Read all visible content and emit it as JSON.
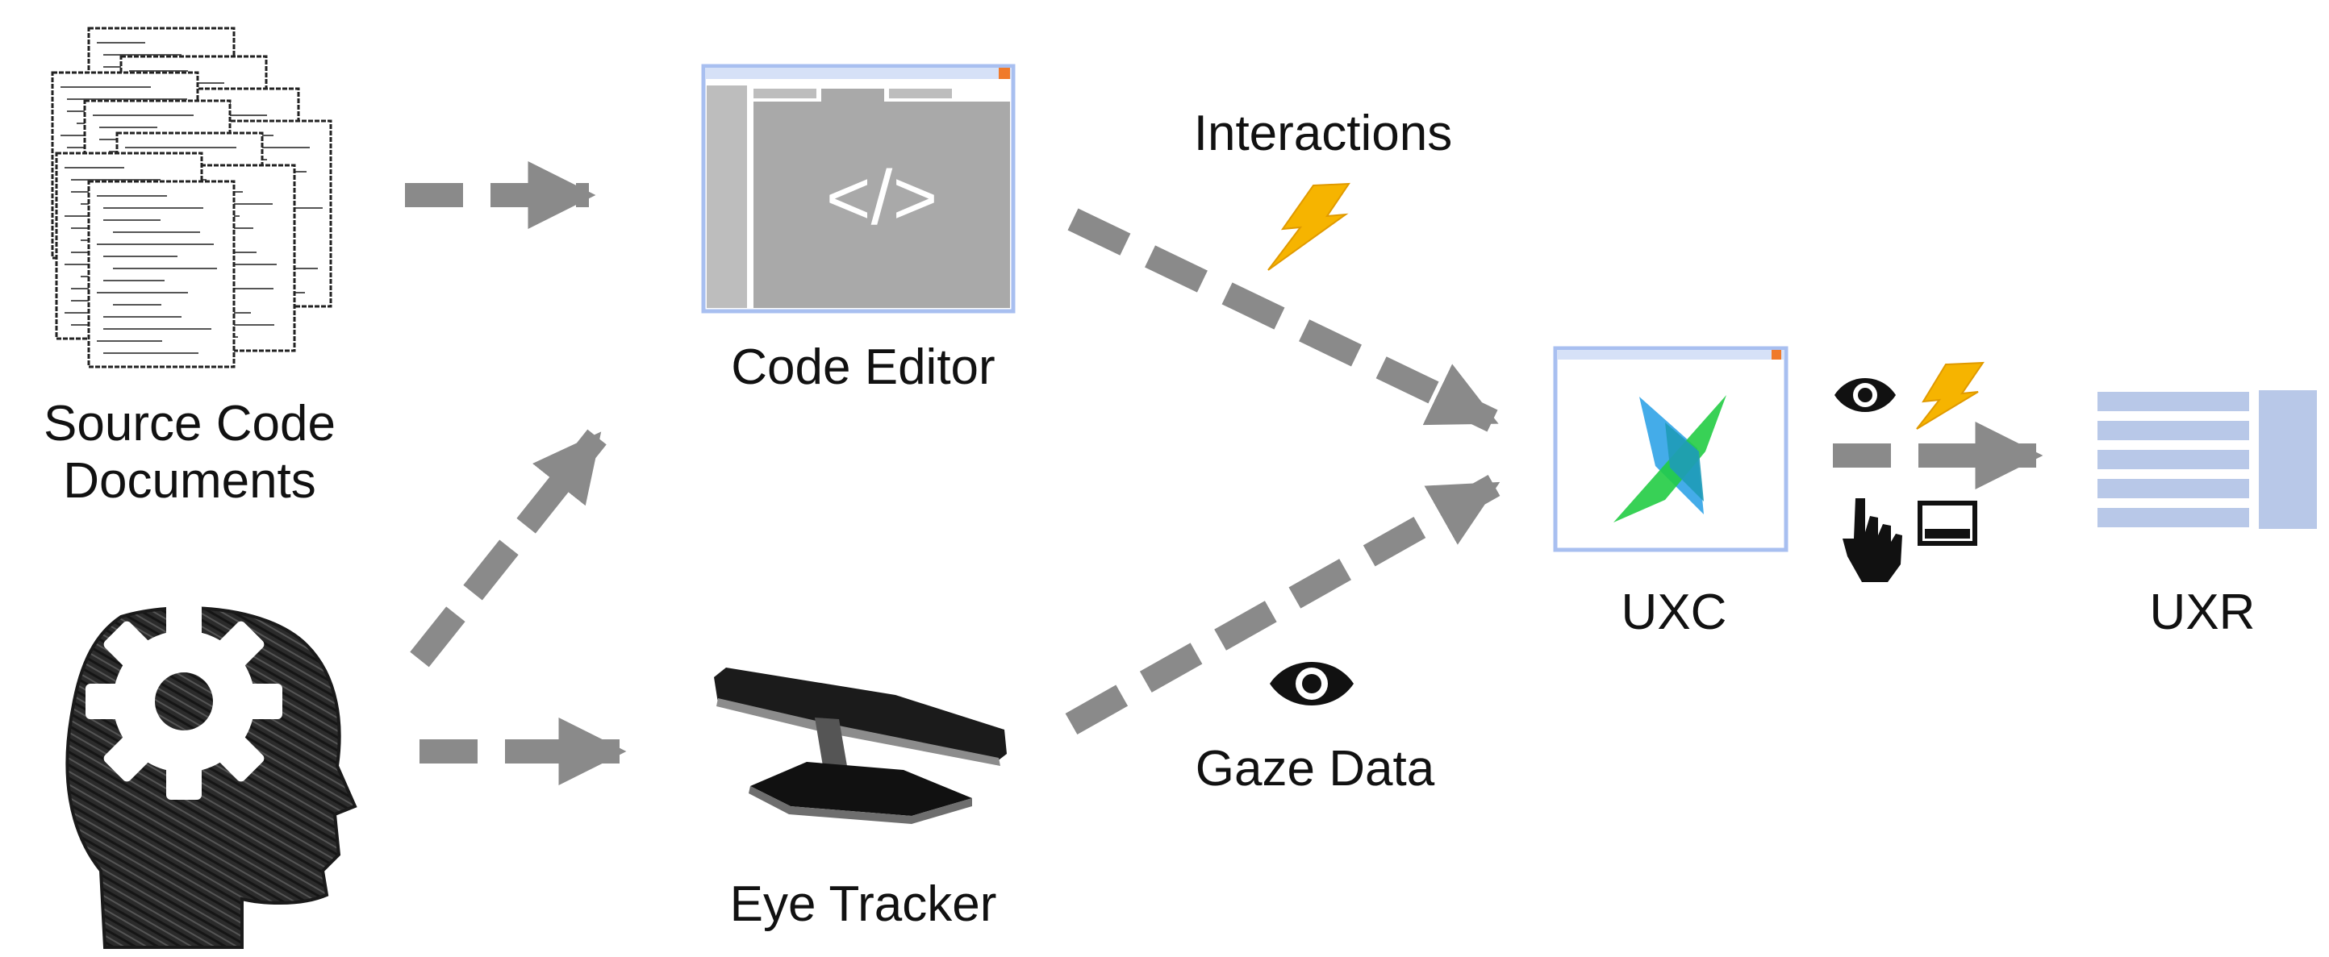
{
  "labels": {
    "source_docs_line1": "Source Code",
    "source_docs_line2": "Documents",
    "code_editor": "Code Editor",
    "eye_tracker": "Eye Tracker",
    "interactions": "Interactions",
    "gaze_data": "Gaze Data",
    "uxc": "UXC",
    "uxr": "UXR"
  },
  "icons": {
    "code_symbol": "</>",
    "documents": "document-stack-icon",
    "head": "head-with-gear-icon",
    "tracker": "eye-tracker-device-icon",
    "bolt": "lightning-icon",
    "eye": "eye-icon",
    "hand": "pointer-hand-icon",
    "screen": "screen-icon",
    "uxc_logo": "uxc-logo-icon",
    "uxr_doc": "report-document-icon"
  },
  "colors": {
    "arrow": "#8a8a8a",
    "window_border": "#a8bff0",
    "window_bg": "#a9a9a9",
    "close_box": "#f07a2a",
    "bolt": "#f6b400",
    "uxc_blue": "#3aa8e8",
    "uxc_green": "#22cc44",
    "uxr_lines": "#b8c8e8"
  }
}
